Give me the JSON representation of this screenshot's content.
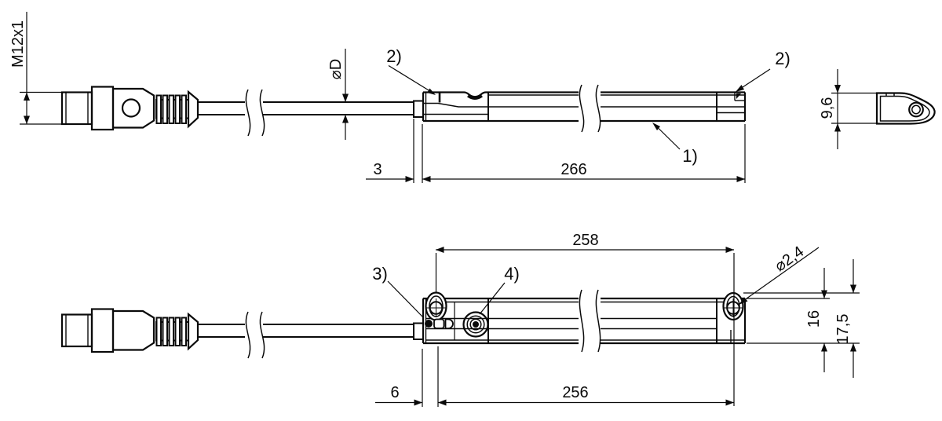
{
  "drawing": {
    "title": "sensor-dimension-drawing",
    "ink_color": "#0a0a0a",
    "background_color": "#ffffff",
    "labels": {
      "thread": "M12x1",
      "cable_diameter": "⌀D",
      "callout_1": "1)",
      "callout_2_left": "2)",
      "callout_2_right": "2)",
      "callout_3": "3)",
      "callout_4": "4)",
      "hole_diameter": "⌀2,4"
    },
    "dimensions": {
      "end_offset_top": "3",
      "housing_length": "266",
      "profile_height": "9,6",
      "hole_spacing": "258",
      "body_height": "16",
      "total_height": "17,5",
      "end_offset_bottom": "6",
      "mounting_length": "256"
    }
  }
}
